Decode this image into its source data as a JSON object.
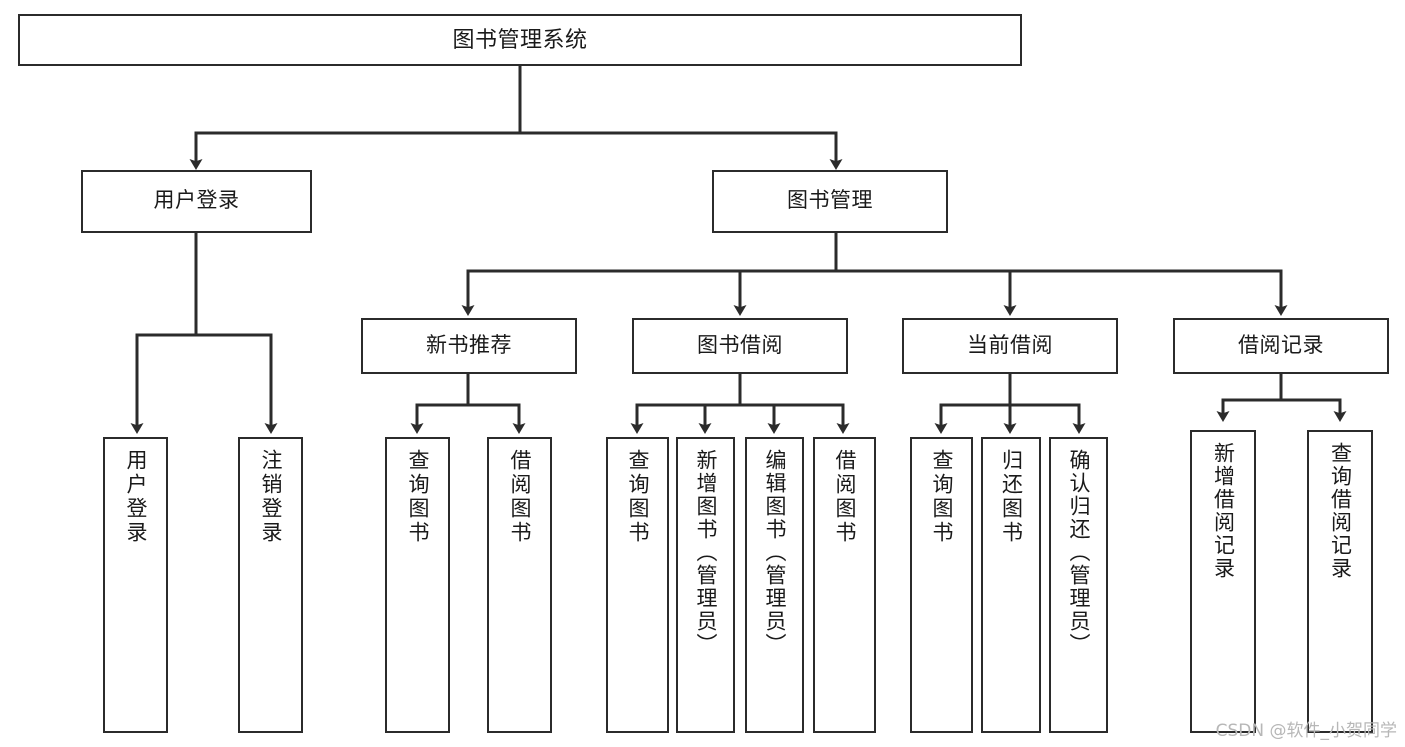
{
  "diagram": {
    "title": "图书管理系统",
    "type": "tree-hierarchy-chart",
    "stroke_color": "#2b2b2b",
    "fill_color": "#ffffff",
    "text_color": "#1a1a1a"
  },
  "nodes": {
    "root": {
      "label": "图书管理系统"
    },
    "level1": [
      {
        "label": "用户登录"
      },
      {
        "label": "图书管理"
      }
    ],
    "level2": [
      {
        "label": "新书推荐"
      },
      {
        "label": "图书借阅"
      },
      {
        "label": "当前借阅"
      },
      {
        "label": "借阅记录"
      }
    ],
    "leaves": {
      "user_login": [
        {
          "label": "用户登录"
        },
        {
          "label": "注销登录"
        }
      ],
      "new_book_recommend": [
        {
          "label": "查询图书"
        },
        {
          "label": "借阅图书"
        }
      ],
      "book_borrow": [
        {
          "label": "查询图书"
        },
        {
          "label": "新增图书（管理员）"
        },
        {
          "label": "编辑图书（管理员）"
        },
        {
          "label": "借阅图书"
        }
      ],
      "current_borrow": [
        {
          "label": "查询图书"
        },
        {
          "label": "归还图书"
        },
        {
          "label": "确认归还（管理员）"
        }
      ],
      "borrow_record": [
        {
          "label": "新增借阅记录"
        },
        {
          "label": "查询借阅记录"
        }
      ]
    }
  },
  "watermark": {
    "text": "CSDN @软件_小贺同学"
  }
}
